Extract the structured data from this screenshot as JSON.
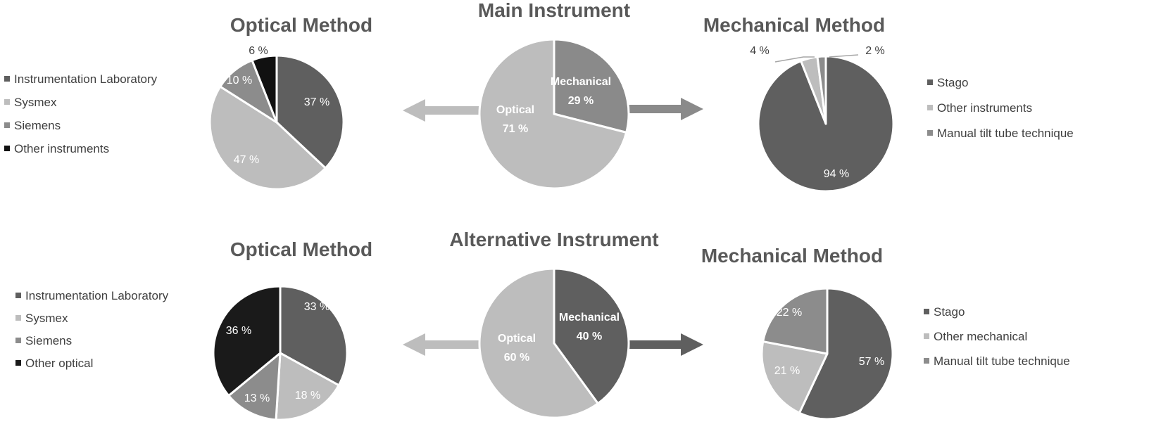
{
  "charts": {
    "main": {
      "title": "Main Instrument",
      "chart_data": {
        "type": "pie",
        "title": "Main Instrument",
        "labels": [
          "Mechanical",
          "Optical"
        ],
        "values": [
          29,
          71
        ],
        "value_labels": [
          "29 %",
          "71 %"
        ],
        "colors": [
          "#8a8a8a",
          "#bdbdbd"
        ]
      }
    },
    "main_optical": {
      "title": "Optical Method",
      "chart_data": {
        "type": "pie",
        "title": "Optical Method",
        "labels": [
          "Instrumentation Laboratory",
          "Sysmex",
          "Siemens",
          "Other instruments"
        ],
        "values": [
          37,
          47,
          10,
          6
        ],
        "value_labels": [
          "37 %",
          "47 %",
          "10 %",
          "6 %"
        ],
        "colors": [
          "#5f5f5f",
          "#bdbdbd",
          "#8c8c8c",
          "#111111"
        ],
        "legend": "left"
      }
    },
    "main_mechanical": {
      "title": "Mechanical Method",
      "chart_data": {
        "type": "pie",
        "title": "Mechanical Method",
        "labels": [
          "Stago",
          "Other instruments",
          "Manual tilt tube technique"
        ],
        "values": [
          94,
          4,
          2
        ],
        "value_labels": [
          "94 %",
          "4 %",
          "2 %"
        ],
        "colors": [
          "#5f5f5f",
          "#bdbdbd",
          "#8c8c8c"
        ],
        "legend": "right"
      }
    },
    "alt": {
      "title": "Alternative Instrument",
      "chart_data": {
        "type": "pie",
        "title": "Alternative Instrument",
        "labels": [
          "Mechanical",
          "Optical"
        ],
        "values": [
          40,
          60
        ],
        "value_labels": [
          "40 %",
          "60 %"
        ],
        "colors": [
          "#5f5f5f",
          "#bdbdbd"
        ]
      }
    },
    "alt_optical": {
      "title": "Optical Method",
      "chart_data": {
        "type": "pie",
        "title": "Optical Method",
        "labels": [
          "Instrumentation Laboratory",
          "Sysmex",
          "Siemens",
          "Other optical"
        ],
        "values": [
          33,
          18,
          13,
          36
        ],
        "value_labels": [
          "33 %",
          "18 %",
          "13 %",
          "36 %"
        ],
        "colors": [
          "#5f5f5f",
          "#bdbdbd",
          "#8c8c8c",
          "#1a1a1a"
        ],
        "legend": "left"
      }
    },
    "alt_mechanical": {
      "title": "Mechanical Method",
      "chart_data": {
        "type": "pie",
        "title": "Mechanical Method",
        "labels": [
          "Stago",
          "Other mechanical",
          "Manual tilt tube technique"
        ],
        "values": [
          57,
          21,
          22
        ],
        "value_labels": [
          "57 %",
          "21 %",
          "22 %"
        ],
        "colors": [
          "#5f5f5f",
          "#bdbdbd",
          "#8c8c8c"
        ],
        "legend": "right"
      }
    }
  },
  "arrows": {
    "left_color": "#bdbdbd",
    "main_right_color": "#8a8a8a",
    "alt_right_color": "#5f5f5f"
  }
}
